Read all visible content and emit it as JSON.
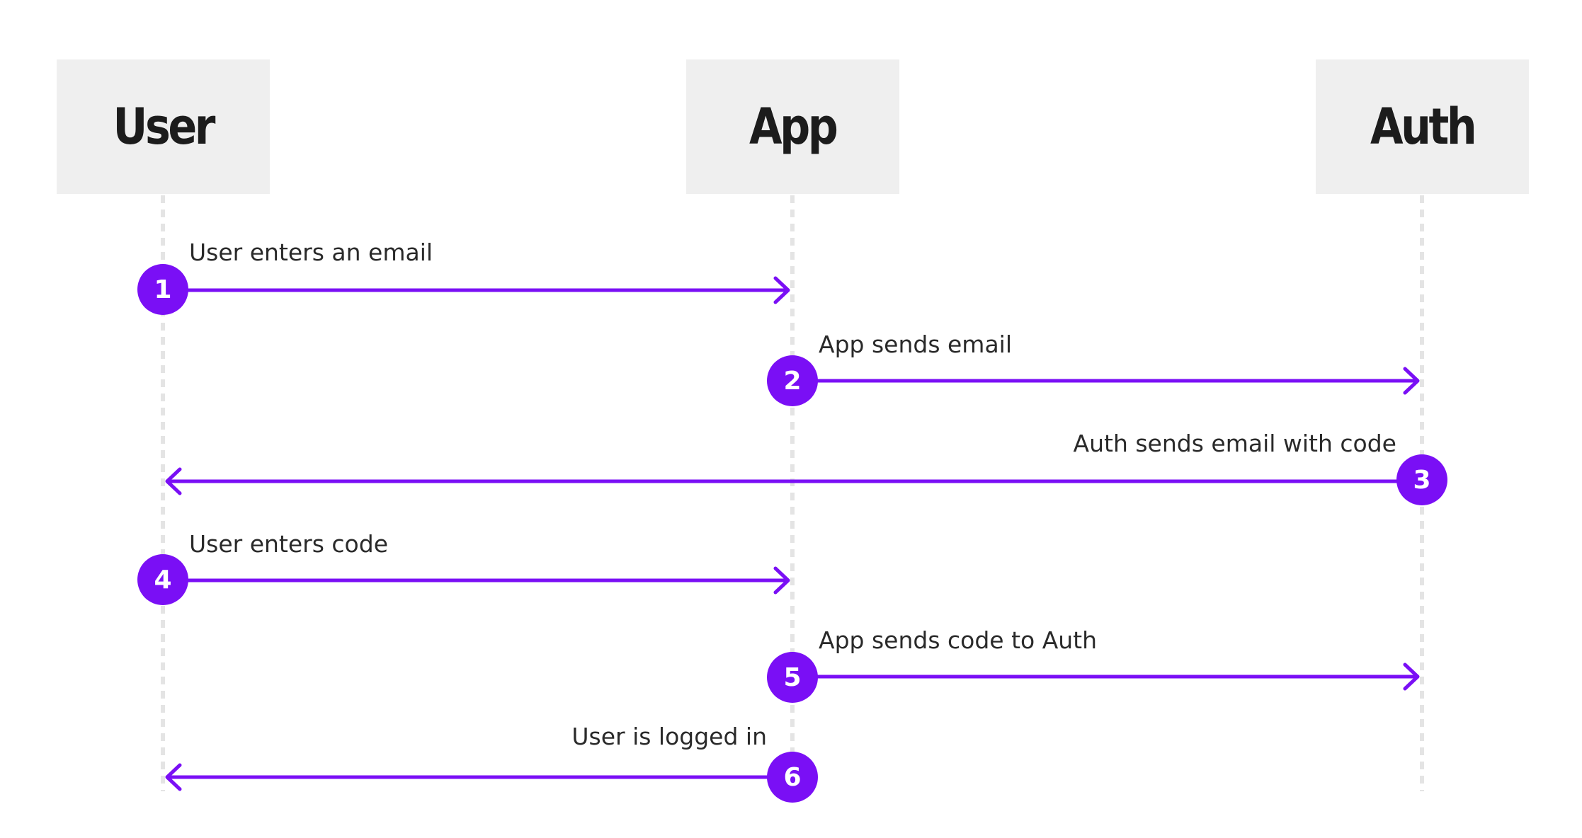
{
  "colors": {
    "accent": "#7a0ff5",
    "header_bg": "#efefef",
    "lifeline": "#e4e4e4",
    "text": "#2a2a2a"
  },
  "participants": [
    {
      "id": "user",
      "name": "User"
    },
    {
      "id": "app",
      "name": "App"
    },
    {
      "id": "auth",
      "name": "Auth"
    }
  ],
  "messages": [
    {
      "step": "1",
      "from": "user",
      "to": "app",
      "label": "User enters an email"
    },
    {
      "step": "2",
      "from": "app",
      "to": "auth",
      "label": "App sends email"
    },
    {
      "step": "3",
      "from": "auth",
      "to": "user",
      "label": "Auth sends email with code"
    },
    {
      "step": "4",
      "from": "user",
      "to": "app",
      "label": "User enters code"
    },
    {
      "step": "5",
      "from": "app",
      "to": "auth",
      "label": "App sends code to Auth"
    },
    {
      "step": "6",
      "from": "app",
      "to": "user",
      "label": "User is logged in"
    }
  ]
}
